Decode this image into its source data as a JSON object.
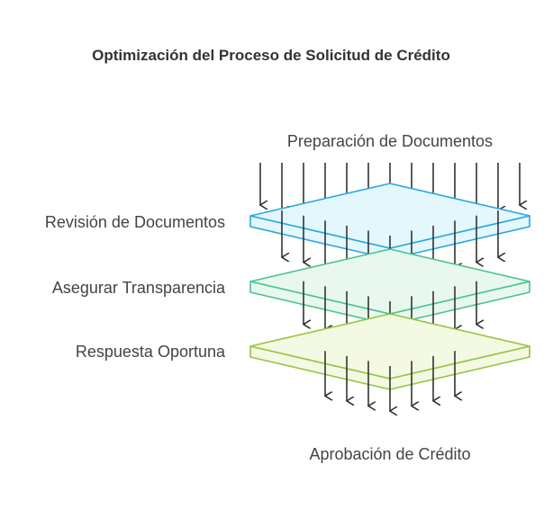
{
  "title": "Optimización del Proceso de Solicitud de Crédito",
  "input_label": "Preparación de Documentos",
  "output_label": "Aprobación de Crédito",
  "layers": [
    {
      "name": "Revisión de Documentos",
      "fill": "#e3f7fd",
      "stroke": "#2aa8dc"
    },
    {
      "name": "Asegurar Transparencia",
      "fill": "#e8f8ef",
      "stroke": "#49c48a"
    },
    {
      "name": "Respuesta Oportuna",
      "fill": "#f3f9e3",
      "stroke": "#96c43e"
    }
  ],
  "arrow_color": "#333333"
}
